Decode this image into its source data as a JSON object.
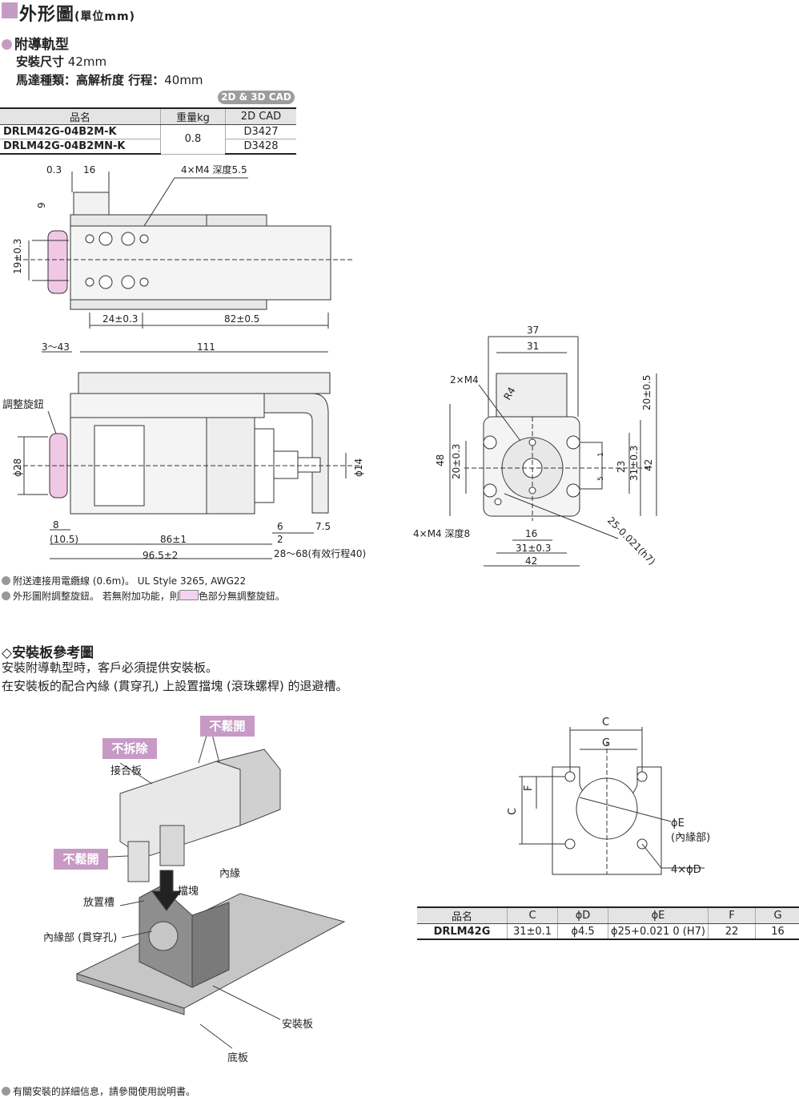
{
  "header": {
    "title": "外形圖",
    "unit": "(單位mm)"
  },
  "section1": {
    "title": "附導軌型",
    "line1_label": "安裝尺寸",
    "line1_value": "42mm",
    "line2_label": "馬達種類：高解析度 行程：",
    "line2_value": "40mm",
    "cad_badge": "2D & 3D CAD"
  },
  "spec_table": {
    "headers": [
      "品名",
      "重量kg",
      "2D CAD"
    ],
    "rows": [
      {
        "name": "DRLM42G-04B2M-K",
        "weight": "0.8",
        "cad": "D3427"
      },
      {
        "name": "DRLM42G-04B2MN-K",
        "weight": "0.8",
        "cad": "D3428"
      }
    ]
  },
  "top_view": {
    "dim_03": "0.3",
    "dim_16": "16",
    "dim_holes": "4×M4 深度5.5",
    "dim_9": "9",
    "dim_19": "19±0.3",
    "dim_24": "24±0.3",
    "dim_82": "82±0.5"
  },
  "side_view": {
    "dim_343": "3～43",
    "dim_111": "111",
    "knob_label": "調整旋鈕",
    "dim_phi28": "ϕ28",
    "dim_phi14": "ϕ14",
    "dim_8": "8",
    "dim_105": "(10.5)",
    "dim_86": "86±1",
    "dim_965": "96.5±2",
    "dim_6": "6",
    "dim_2": "2",
    "dim_75": "7.5",
    "dim_stroke": "28～68(有效行程40)"
  },
  "front_view": {
    "dim_37": "37",
    "dim_31": "31",
    "dim_2m4": "2×M4",
    "dim_r4": "R4",
    "dim_20_05": "20±0.5",
    "dim_48": "48",
    "dim_20_03": "20±0.3",
    "dim_23": "23",
    "dim_31_03v": "31±0.3",
    "dim_42v": "42",
    "dim_4m4": "4×M4 深度8",
    "dim_16": "16",
    "dim_31_03": "31±0.3",
    "dim_42": "42",
    "dim_25": "25-0.021(h7)",
    "conn_1": "1",
    "conn_5": "5"
  },
  "notes1": [
    {
      "text": "附送連接用電纜線 (0.6m)。 UL Style 3265, AWG22"
    },
    {
      "text_a": "外形圖附調整旋鈕。 若無附加功能，則",
      "text_b": "色部分無調整旋鈕。"
    }
  ],
  "section2": {
    "title": "◇安裝板參考圖",
    "line1": "安裝附導軌型時，客戶必須提供安裝板。",
    "line2": "在安裝板的配合內緣 (貫穿孔) 上設置擋塊 (滾珠螺桿) 的退避槽。"
  },
  "illustration": {
    "callout_no_remove": "不拆除",
    "callout_no_loosen_1": "不鬆開",
    "callout_no_loosen_2": "不鬆開",
    "lbl_joint": "接合板",
    "lbl_inner": "內緣",
    "lbl_stop": "擋塊",
    "lbl_groove": "放置槽",
    "lbl_innerpart": "內緣部 (貫穿孔)",
    "lbl_mountplate": "安裝板",
    "lbl_base": "底板"
  },
  "plate_drawing": {
    "C_top": "C",
    "G": "G",
    "C_side": "C",
    "F": "F",
    "phiE": "ϕE",
    "phiE_note": "(內緣部)",
    "holes": "4×ϕD"
  },
  "plate_table": {
    "headers": [
      "品名",
      "C",
      "ϕD",
      "ϕE",
      "F",
      "G"
    ],
    "row": {
      "name": "DRLM42G",
      "C": "31±0.1",
      "D": "ϕ4.5",
      "E": "ϕ25+0.021 0 (H7)",
      "F": "22",
      "G": "16"
    }
  },
  "footer_note": "有關安裝的詳細信息，請參閱使用說明書。"
}
